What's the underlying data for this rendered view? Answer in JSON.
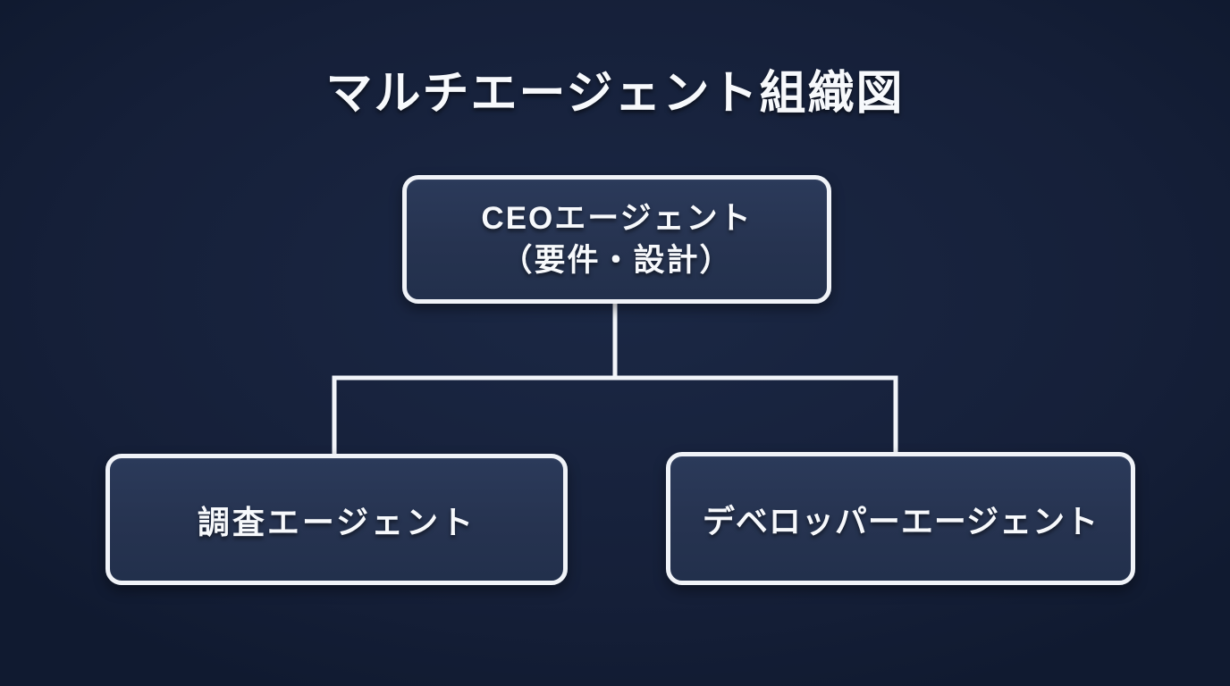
{
  "title": "マルチエージェント組織図",
  "nodes": {
    "ceo": {
      "label_line1": "CEOエージェント",
      "label_line2": "（要件・設計）",
      "role": "root"
    },
    "research": {
      "label": "調査エージェント",
      "role": "child"
    },
    "developer": {
      "label": "デベロッパーエージェント",
      "role": "child"
    }
  },
  "edges": [
    {
      "from": "ceo",
      "to": "research"
    },
    {
      "from": "ceo",
      "to": "developer"
    }
  ],
  "colors": {
    "background": "#151f38",
    "background_center": "#1b2845",
    "node_fill": "#263350",
    "node_border": "#f0f3f8",
    "connector": "#f2f5fa",
    "text": "#f7f9fc"
  }
}
